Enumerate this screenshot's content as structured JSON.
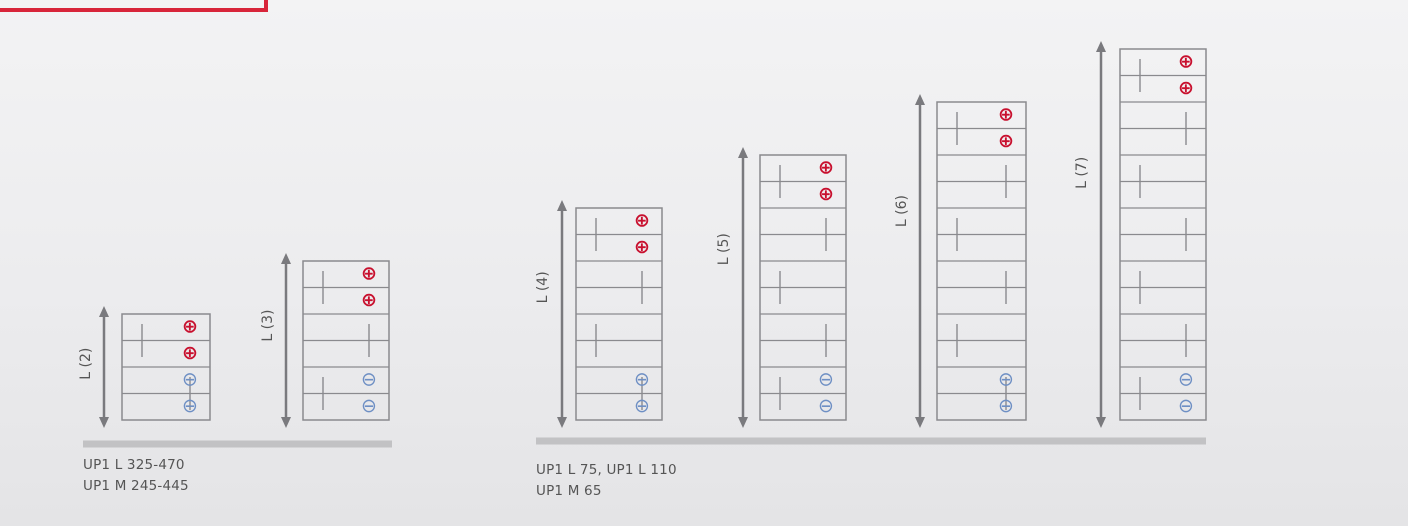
{
  "colors": {
    "frame_line": "#8a8a8e",
    "arrow": "#7a7a7e",
    "positive": "#c8102e",
    "negative": "#6e8fc4",
    "baseline_bar": "#c2c2c4",
    "caption_text": "#555555",
    "accent_border": "#d8253a"
  },
  "symbols": {
    "positive": "⊕",
    "negative": "⊖"
  },
  "batteries": [
    {
      "label": "L (2)",
      "cells": 4,
      "positive_terminals": 2,
      "negative_terminals": 2
    },
    {
      "label": "L (3)",
      "cells": 6,
      "positive_terminals": 2,
      "negative_terminals": 2
    },
    {
      "label": "L (4)",
      "cells": 8,
      "positive_terminals": 2,
      "negative_terminals": 2
    },
    {
      "label": "L (5)",
      "cells": 10,
      "positive_terminals": 2,
      "negative_terminals": 2
    },
    {
      "label": "L (6)",
      "cells": 12,
      "positive_terminals": 2,
      "negative_terminals": 2
    },
    {
      "label": "L (7)",
      "cells": 14,
      "positive_terminals": 2,
      "negative_terminals": 2
    }
  ],
  "groups": [
    {
      "lines": [
        "UP1 L 325-470",
        "UP1 M 245-445"
      ],
      "members": [
        0,
        1
      ]
    },
    {
      "lines": [
        "UP1 L 75, UP1 L 110",
        "UP1 M 65"
      ],
      "members": [
        2,
        3,
        4,
        5
      ]
    }
  ]
}
